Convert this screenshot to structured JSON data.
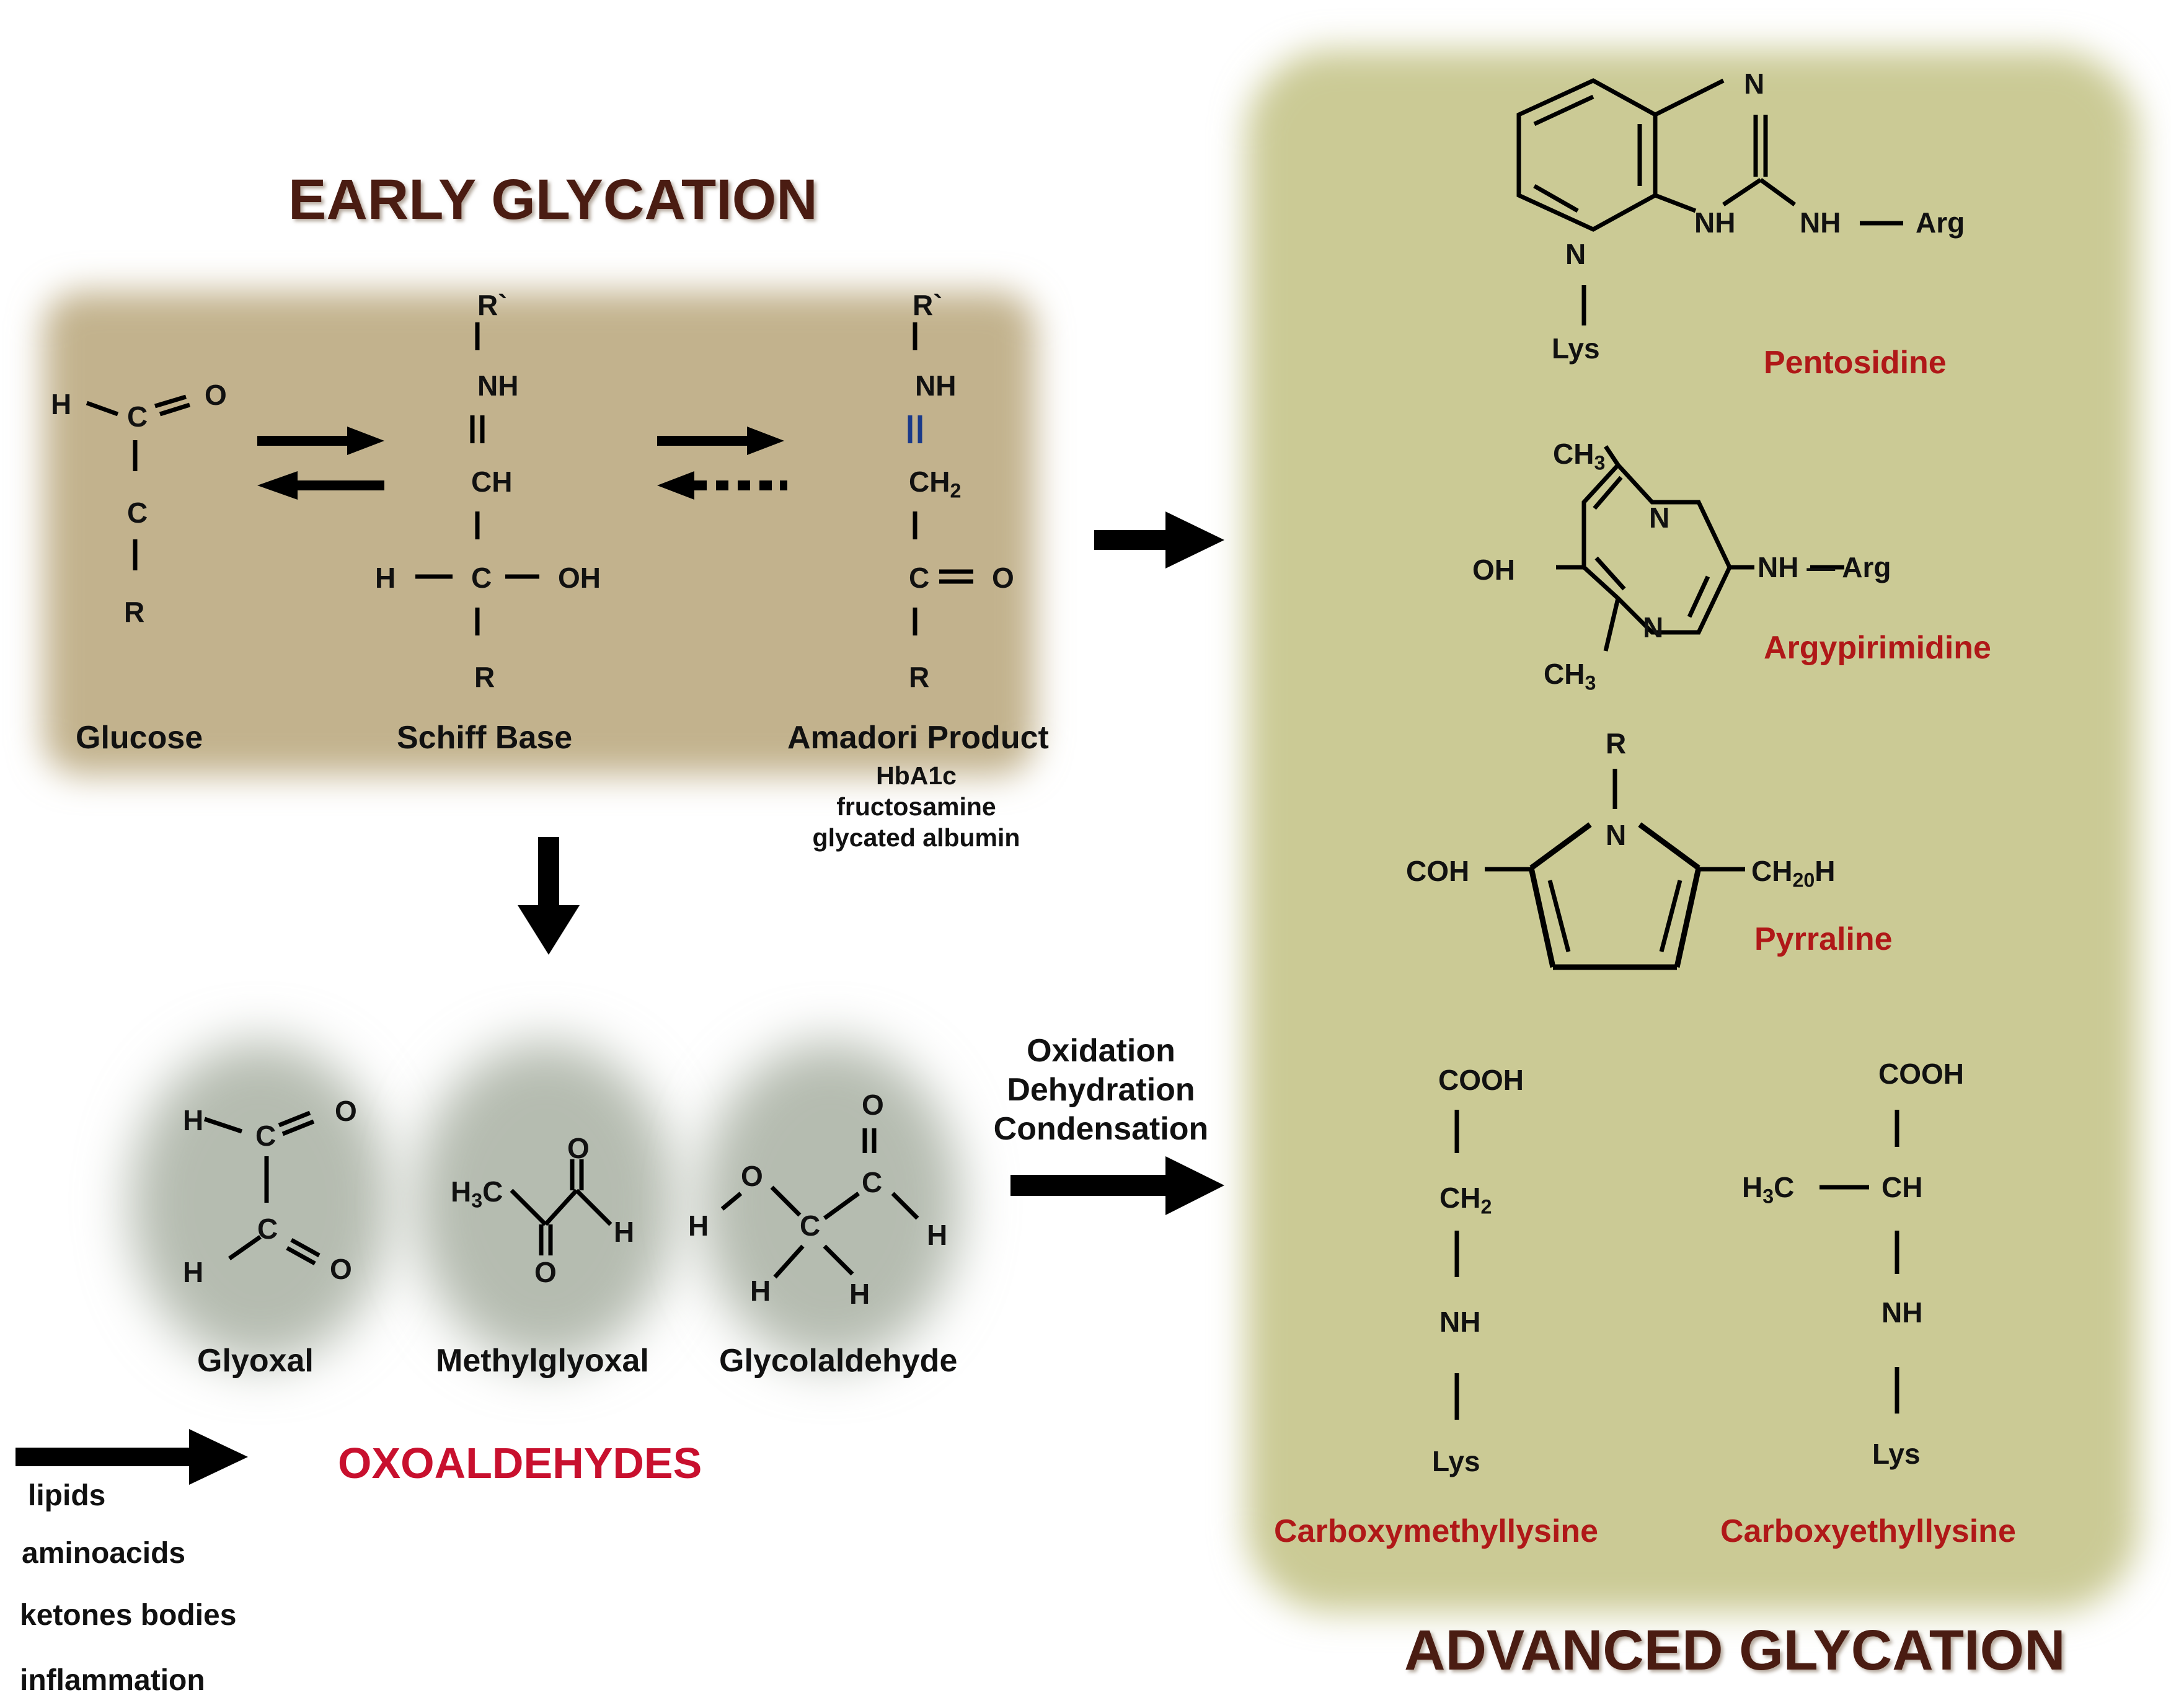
{
  "titles": {
    "early": "EARLY GLYCATION",
    "advanced": "ADVANCED GLYCATION",
    "oxoaldehydes": "OXOALDEHYDES"
  },
  "early_compounds": {
    "glucose": "Glucose",
    "schiff": "Schiff Base",
    "amadori": "Amadori Product",
    "amadori_markers": [
      "HbA1c",
      "fructosamine",
      "glycated albumin"
    ]
  },
  "oxoaldehydes": [
    "Glyoxal",
    "Methylglyoxal",
    "Glycolaldehyde"
  ],
  "reactions": [
    "Oxidation",
    "Dehydration",
    "Condensation"
  ],
  "sources": [
    "lipids",
    "aminoacids",
    "ketones bodies",
    "inflammation"
  ],
  "ages": [
    "Pentosidine",
    "Argypirimidine",
    "Pyrraline",
    "Carboxymethyllysine",
    "Carboxyethyllysine"
  ],
  "atoms": {
    "H": "H",
    "O": "O",
    "C": "C",
    "R": "R",
    "Rp": "R`",
    "NH": "NH",
    "CH": "CH",
    "OH": "OH",
    "CH2": "CH",
    "two": "2",
    "three": "3",
    "N": "N",
    "Lys": "Lys",
    "Arg": "Arg",
    "NHArg": "NH — Arg",
    "CH3": "CH",
    "COH": "COH",
    "CH20H": "CH",
    "twenty": "20",
    "COOH": "COOH",
    "H3C": "H",
    "C3": "C"
  },
  "colors": {
    "early_box": "#c2b28d",
    "advanced_box": "#cbca95",
    "oxo_blob": "#b5bcb0",
    "title_dark": "#4a1c12",
    "name_red": "#b01818"
  }
}
